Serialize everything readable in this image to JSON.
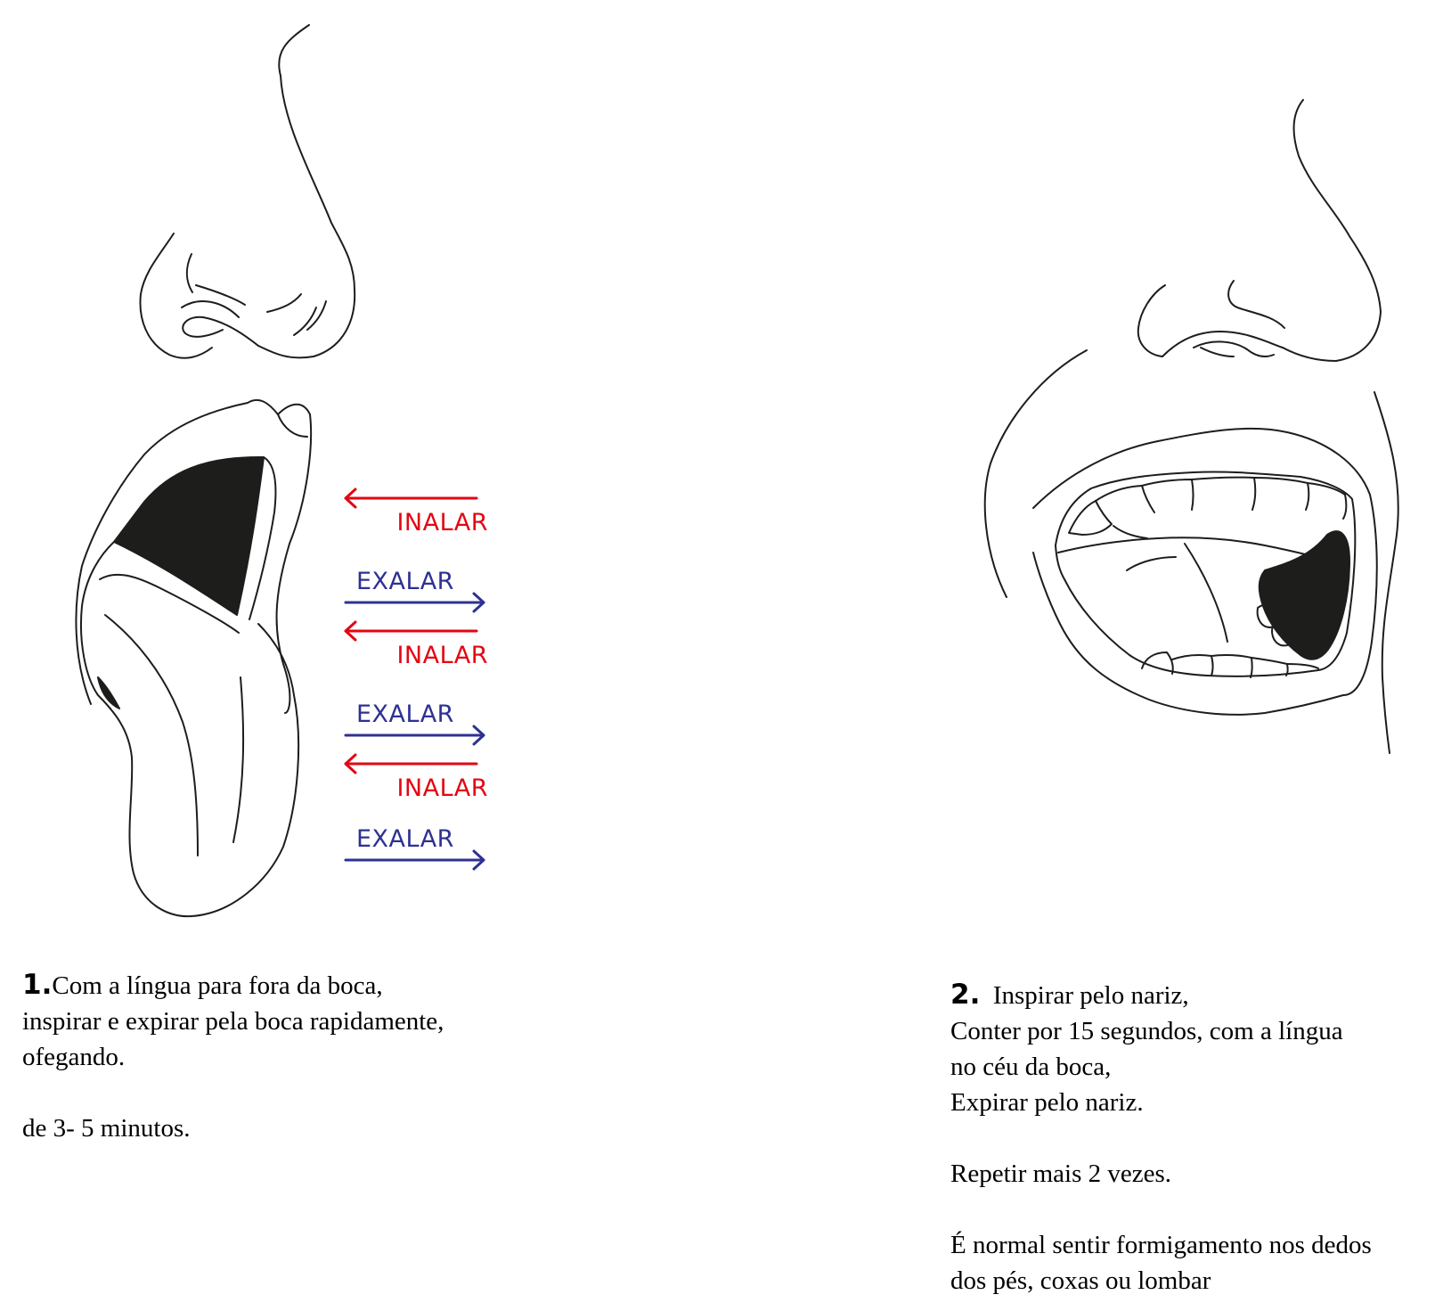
{
  "colors": {
    "inhale": "#e30613",
    "exhale": "#2e3192",
    "line": "#1d1d1b",
    "fill_dark": "#1d1d1b"
  },
  "step1": {
    "number": "1.",
    "lines": [
      "Com a língua para fora da boca,",
      "inspirar e expirar pela boca rapidamente,",
      "ofegando."
    ],
    "duration": "de 3- 5 minutos.",
    "arrows": [
      {
        "label": "INALAR",
        "direction": "left"
      },
      {
        "label": "EXALAR",
        "direction": "right"
      },
      {
        "label": "INALAR",
        "direction": "left"
      },
      {
        "label": "EXALAR",
        "direction": "right"
      },
      {
        "label": "INALAR",
        "direction": "left"
      },
      {
        "label": "EXALAR",
        "direction": "right"
      }
    ]
  },
  "step2": {
    "number": "2.",
    "lines": [
      "Inspirar pelo nariz,",
      "Conter por 15 segundos, com a língua",
      "no céu da boca,",
      "Expirar pelo nariz."
    ],
    "repeat": "Repetir mais 2 vezes.",
    "note_lines": [
      "É normal sentir formigamento nos dedos",
      "dos pés, coxas ou lombar"
    ]
  }
}
